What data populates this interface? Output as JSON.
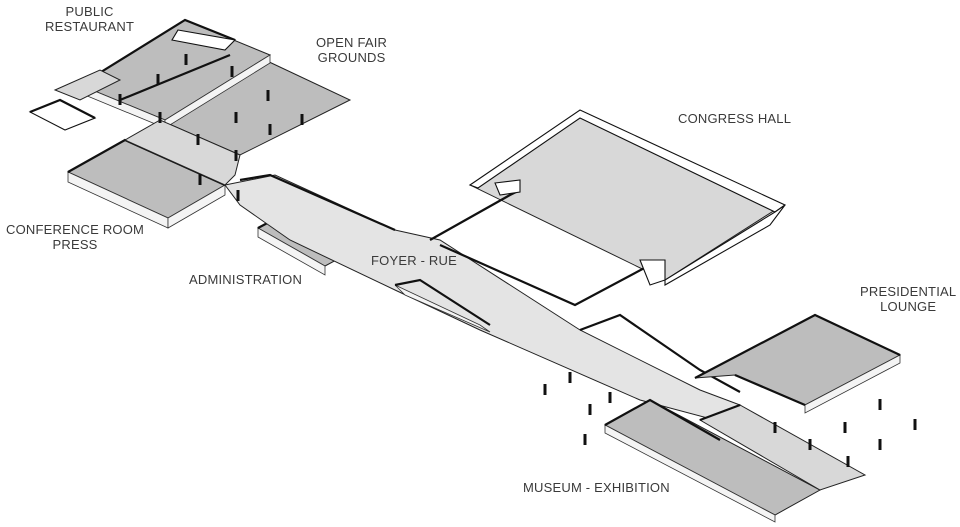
{
  "labels": {
    "public_restaurant": [
      "PUBLIC",
      "RESTAURANT"
    ],
    "open_fair_grounds": [
      "OPEN FAIR",
      "GROUNDS"
    ],
    "congress_hall": "CONGRESS HALL",
    "conference_room_press": [
      "CONFERENCE ROOM",
      "PRESS"
    ],
    "administration": "ADMINISTRATION",
    "foyer_rue": "FOYER - RUE",
    "presidential_lounge": [
      "PRESIDENTIAL",
      "LOUNGE"
    ],
    "museum_exhibition": "MUSEUM - EXHIBITION"
  }
}
